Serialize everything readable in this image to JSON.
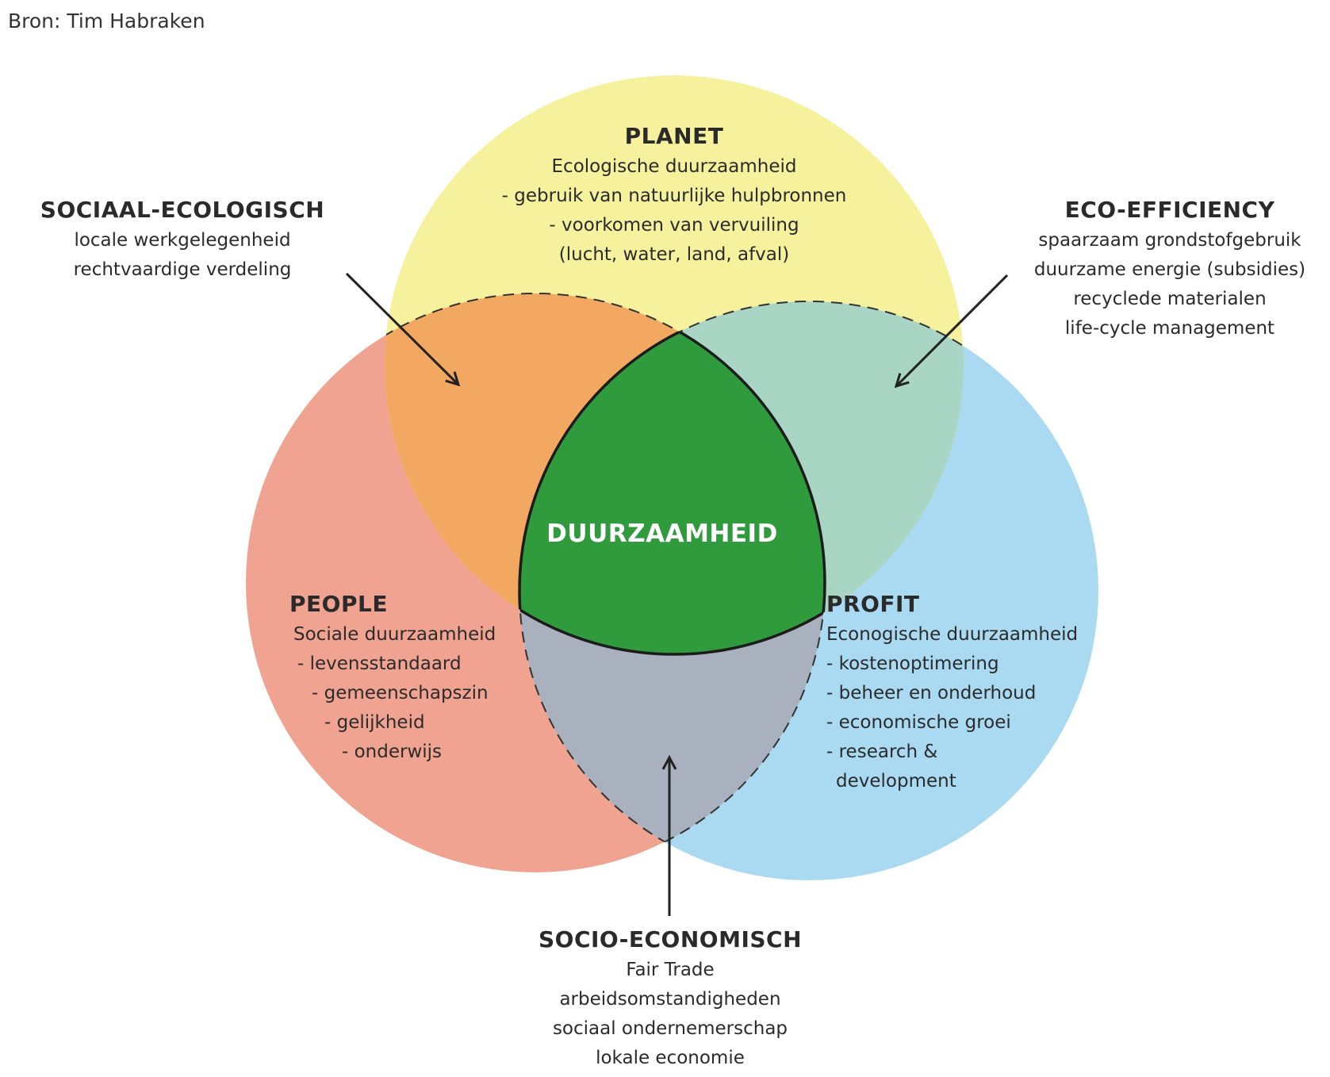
{
  "source": "Bron: Tim Habraken",
  "colors": {
    "planet": "#f6f19d",
    "people": "#f0a391",
    "profit": "#a9daf2",
    "sociaal_ecologisch": "#f3a862",
    "eco_efficiency": "#a9d5c4",
    "socio_economisch": "#a8b1bd",
    "duurzaamheid": "#2f9b3c"
  },
  "center": {
    "label": "DUURZAAMHEID"
  },
  "planet": {
    "title": "PLANET",
    "lines": [
      "Ecologische duurzaamheid",
      "- gebruik van natuurlijke hulpbronnen",
      "- voorkomen van vervuiling",
      "(lucht, water, land, afval)"
    ]
  },
  "people": {
    "title": "PEOPLE",
    "lines": [
      "Sociale duurzaamheid",
      "- levensstandaard",
      "- gemeenschapszin",
      "- gelijkheid",
      "- onderwijs"
    ]
  },
  "profit": {
    "title": "PROFIT",
    "lines": [
      "Econogische duurzaamheid",
      "- kostenoptimering",
      "- beheer en onderhoud",
      "- economische groei",
      "- research &",
      "development"
    ]
  },
  "sociaal_ecologisch": {
    "title": "SOCIAAL-ECOLOGISCH",
    "lines": [
      "locale werkgelegenheid",
      "rechtvaardige verdeling"
    ]
  },
  "eco_efficiency": {
    "title": "ECO-EFFICIENCY",
    "lines": [
      "spaarzaam grondstofgebruik",
      "duurzame energie (subsidies)",
      "recyclede materialen",
      "life-cycle management"
    ]
  },
  "socio_economisch": {
    "title": "SOCIO-ECONOMISCH",
    "lines": [
      "Fair Trade",
      "arbeidsomstandigheden",
      "sociaal ondernemerschap",
      "lokale economie"
    ]
  }
}
